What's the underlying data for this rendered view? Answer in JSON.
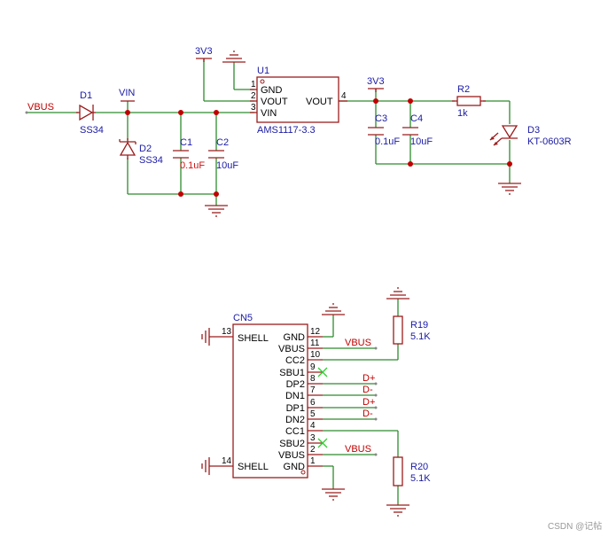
{
  "top": {
    "net_vbus": "VBUS",
    "net_vin": "VIN",
    "net_3v3_a": "3V3",
    "net_3v3_b": "3V3",
    "d1": {
      "ref": "D1",
      "value": "SS34"
    },
    "d2": {
      "ref": "D2",
      "value": "SS34"
    },
    "c1": {
      "ref": "C1",
      "value": "0.1uF"
    },
    "c2": {
      "ref": "C2",
      "value": "10uF"
    },
    "c3": {
      "ref": "C3",
      "value": "0.1uF"
    },
    "c4": {
      "ref": "C4",
      "value": "10uF"
    },
    "r2": {
      "ref": "R2",
      "value": "1k"
    },
    "d3": {
      "ref": "D3",
      "value": "KT-0603R"
    },
    "u1": {
      "ref": "U1",
      "value": "AMS1117-3.3",
      "pins": [
        {
          "num": "1",
          "name": "GND"
        },
        {
          "num": "2",
          "name": "VOUT"
        },
        {
          "num": "3",
          "name": "VIN"
        },
        {
          "num": "4",
          "name": "VOUT"
        }
      ]
    }
  },
  "bottom": {
    "cn5": {
      "ref": "CN5",
      "left_pins": [
        {
          "num": "13",
          "name": "SHELL"
        },
        {
          "num": "14",
          "name": "SHELL"
        }
      ],
      "right_pins": [
        {
          "num": "12",
          "name": "GND"
        },
        {
          "num": "11",
          "name": "VBUS"
        },
        {
          "num": "10",
          "name": "CC2"
        },
        {
          "num": "9",
          "name": "SBU1"
        },
        {
          "num": "8",
          "name": "DP2"
        },
        {
          "num": "7",
          "name": "DN1"
        },
        {
          "num": "6",
          "name": "DP1"
        },
        {
          "num": "5",
          "name": "DN2"
        },
        {
          "num": "4",
          "name": "CC1"
        },
        {
          "num": "3",
          "name": "SBU2"
        },
        {
          "num": "2",
          "name": "VBUS"
        },
        {
          "num": "1",
          "name": "GND"
        }
      ]
    },
    "net_labels": [
      "VBUS",
      "D+",
      "D-",
      "D+",
      "D-",
      "VBUS"
    ],
    "r19": {
      "ref": "R19",
      "value": "5.1K"
    },
    "r20": {
      "ref": "R20",
      "value": "5.1K"
    }
  },
  "watermark": "CSDN @记帖",
  "colors": {
    "wire": "#2e8b2e",
    "symbol": "#9b1c1c",
    "label": "#1a1aa6",
    "net": "#c00000",
    "no_connect": "#33cc33"
  }
}
